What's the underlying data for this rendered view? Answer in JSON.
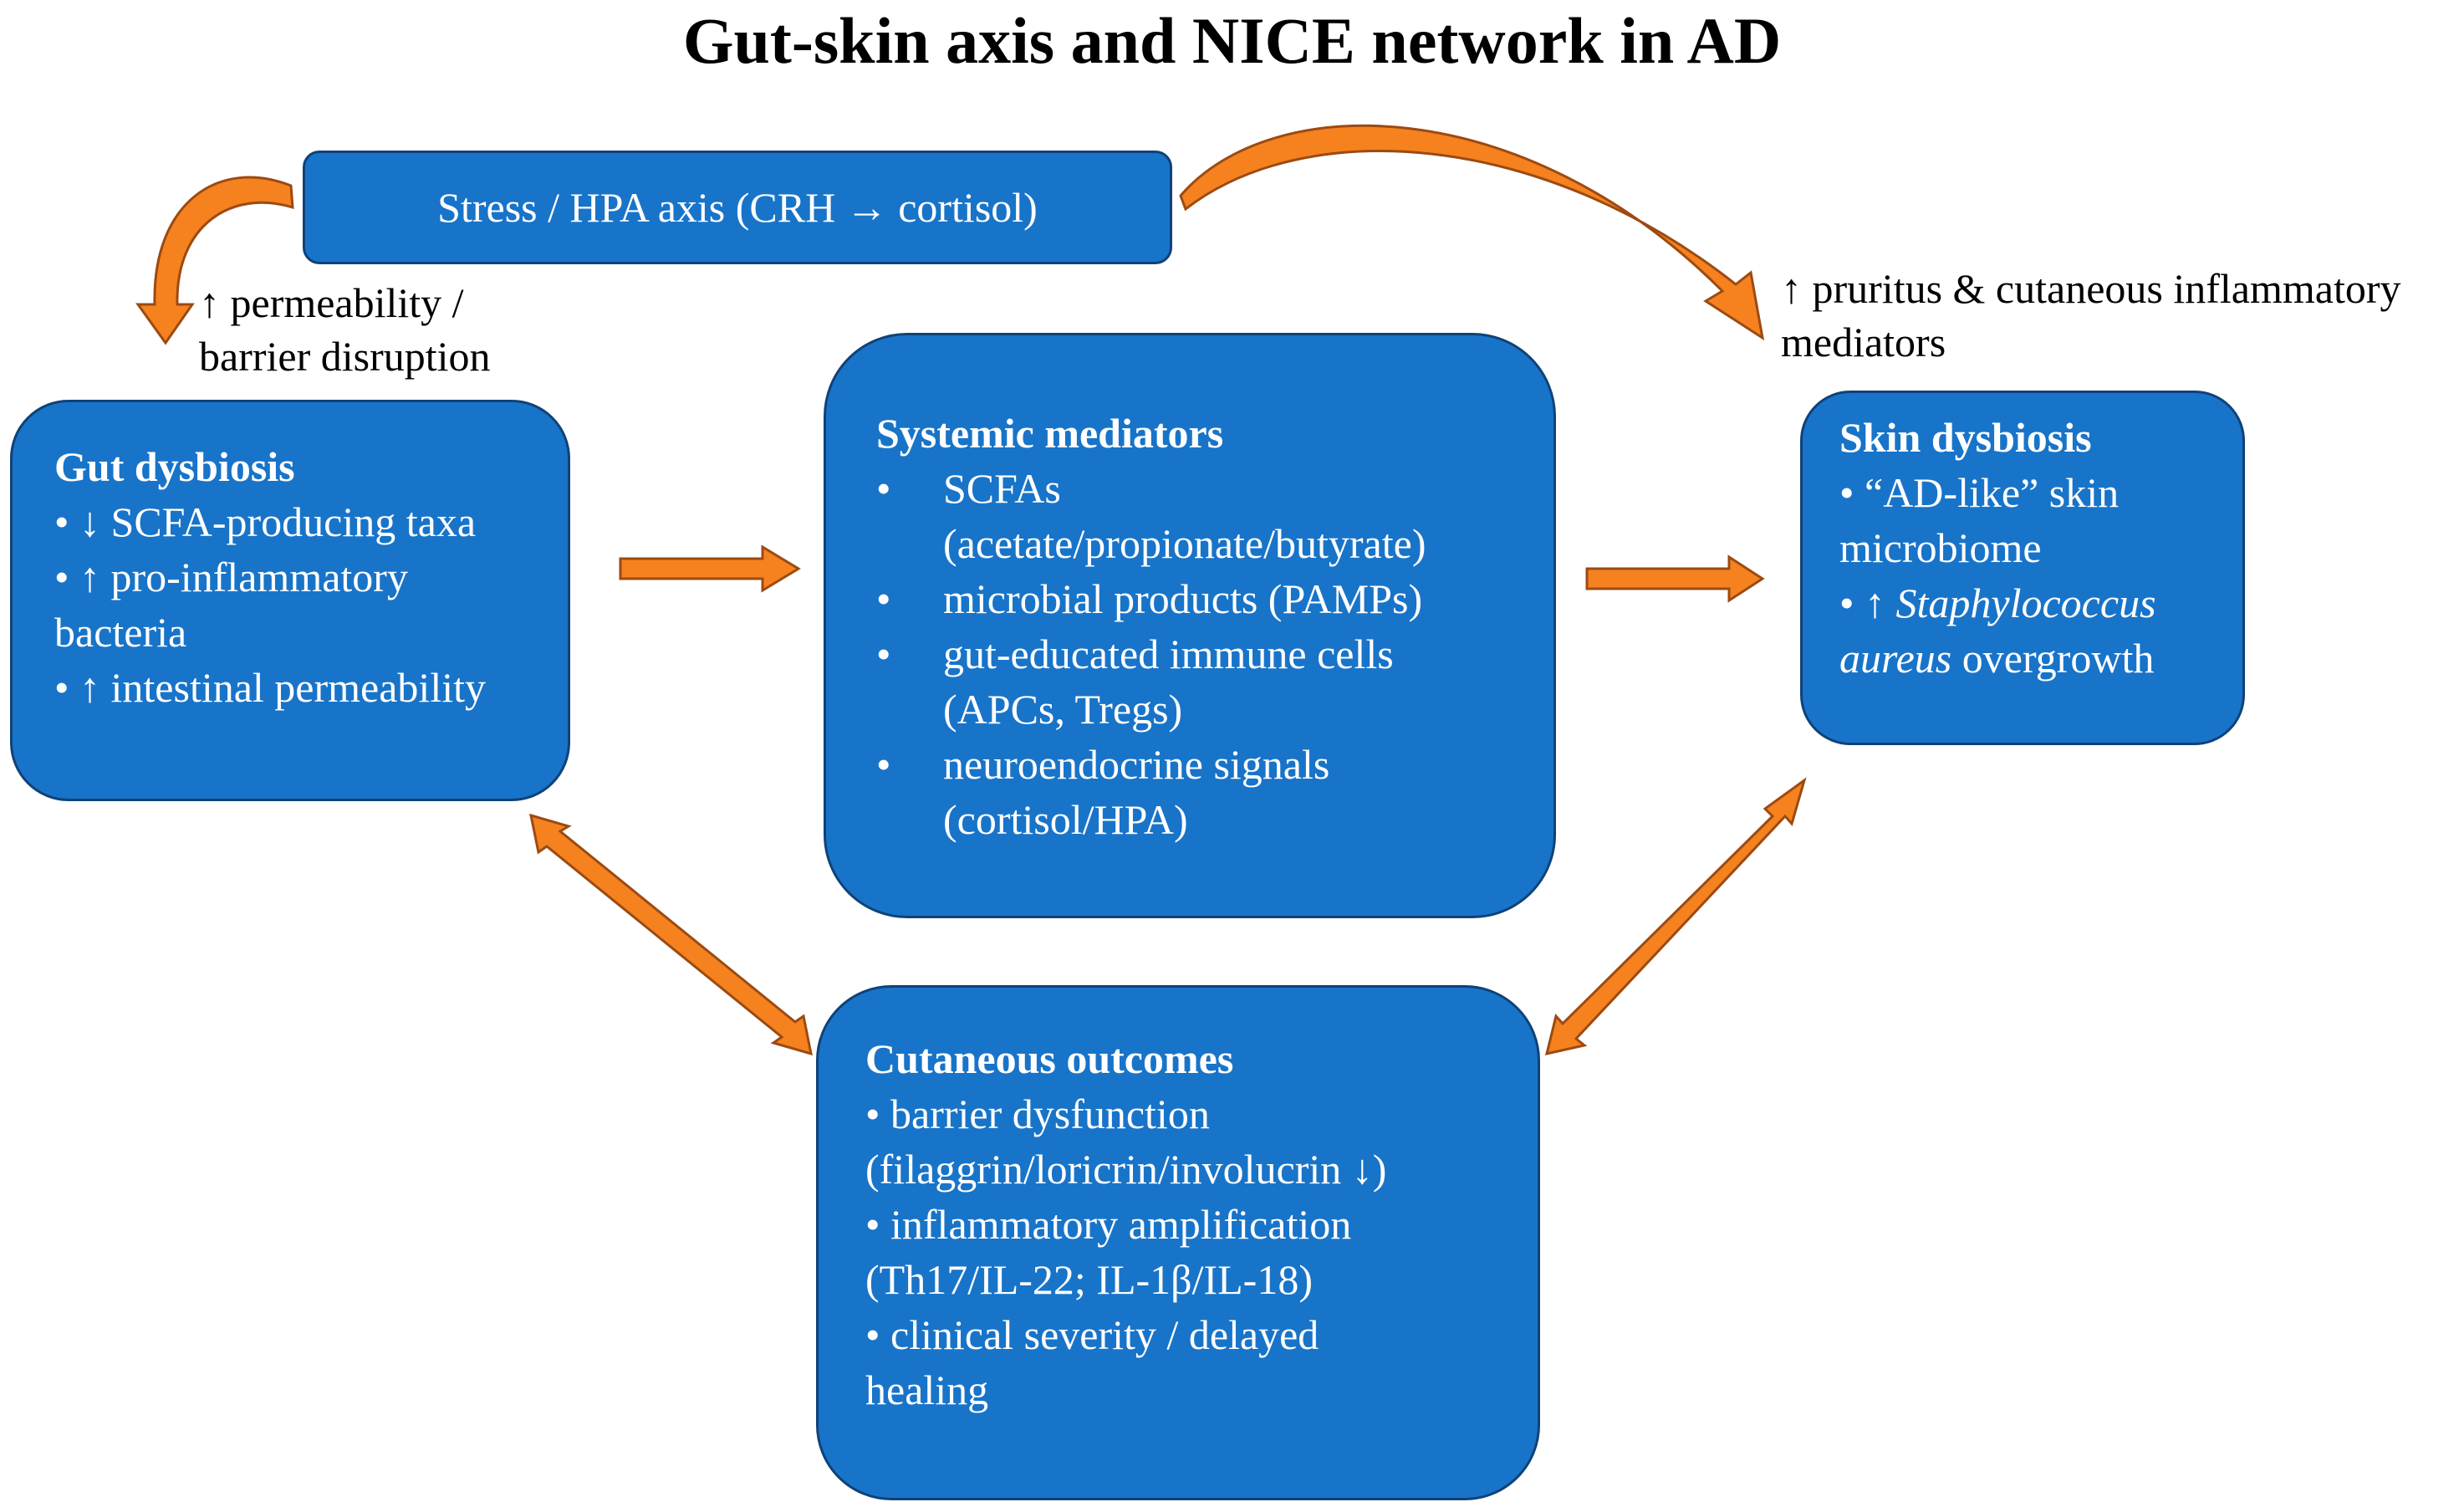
{
  "title": "Gut-skin axis and NICE network in AD",
  "colors": {
    "box_fill": "#1874c9",
    "box_border": "#0f4278",
    "arrow_fill": "#f5821f",
    "arrow_border": "#9c4a12"
  },
  "stress": {
    "label": "Stress / HPA axis (CRH → cortisol)"
  },
  "gut": {
    "heading": "Gut dysbiosis",
    "lines": [
      "• ↓ SCFA-producing taxa",
      "• ↑ pro-inflammatory",
      "bacteria",
      "• ↑ intestinal permeability"
    ]
  },
  "systemic": {
    "heading": "Systemic mediators",
    "items": [
      {
        "bullet": "•",
        "lines": [
          "SCFAs",
          "(acetate/propionate/butyrate)"
        ]
      },
      {
        "bullet": "•",
        "lines": [
          "microbial products (PAMPs)"
        ]
      },
      {
        "bullet": "•",
        "lines": [
          "gut-educated immune cells",
          "(APCs, Tregs)"
        ]
      },
      {
        "bullet": "•",
        "lines": [
          "neuroendocrine signals",
          "(cortisol/HPA)"
        ]
      }
    ]
  },
  "skin": {
    "heading": "Skin dysbiosis",
    "line1": "• “AD-like” skin",
    "line2": "microbiome",
    "line3_prefix": "• ↑ ",
    "line3_italic": "Staphylococcus",
    "line4_italic": "aureus",
    "line4_suffix": " overgrowth"
  },
  "cutaneous": {
    "heading": "Cutaneous outcomes",
    "lines": [
      "• barrier dysfunction",
      "(filaggrin/loricrin/involucrin ↓)",
      "• inflammatory amplification",
      "(Th17/IL-22; IL-1β/IL-18)",
      "• clinical severity / delayed",
      "healing"
    ]
  },
  "labels": {
    "permeability": [
      "↑ permeability /",
      "barrier disruption"
    ],
    "pruritus": [
      "↑ pruritus & cutaneous inflammatory",
      "mediators"
    ]
  }
}
